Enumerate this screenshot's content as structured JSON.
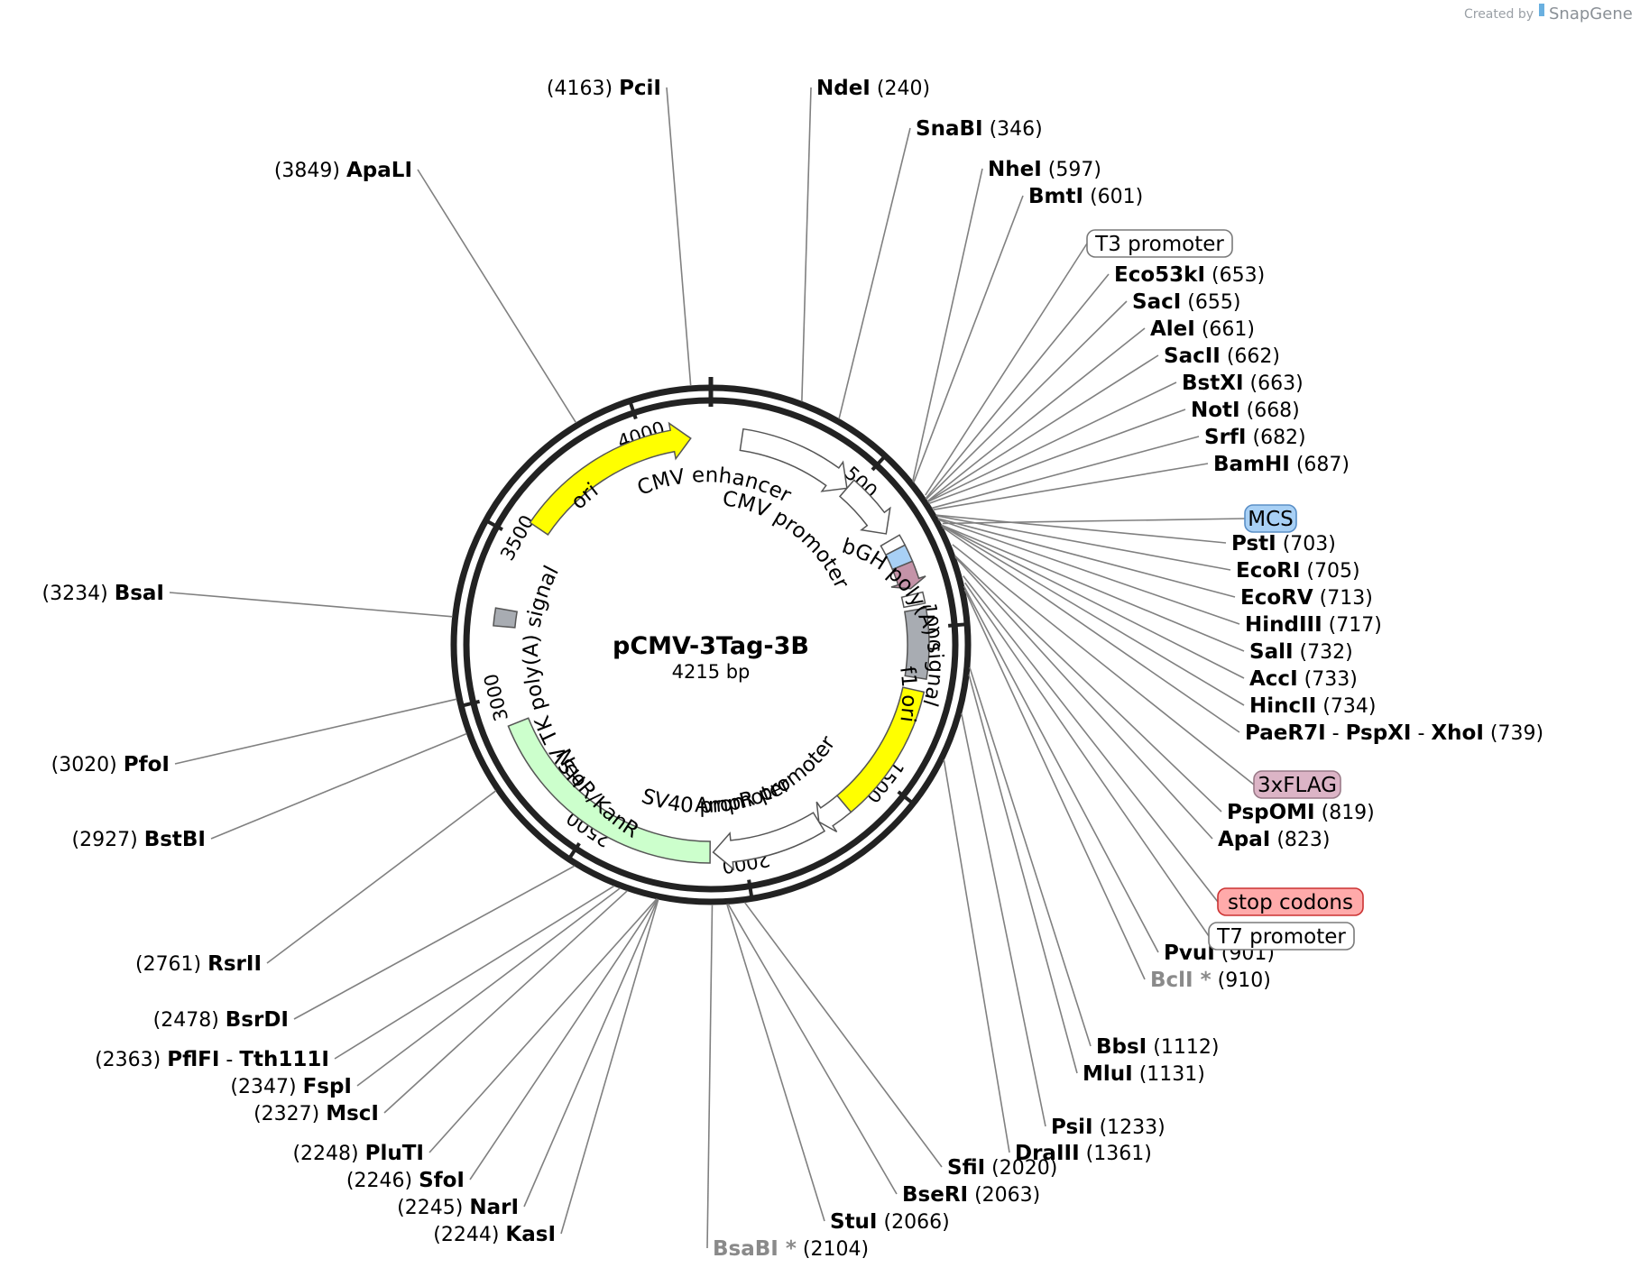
{
  "plasmid": {
    "name": "pCMV-3Tag-3B",
    "size_label": "4215 bp",
    "length": 4215
  },
  "credit": {
    "prefix": "Created by",
    "brand": "SnapGene"
  },
  "ticks": [
    {
      "pos": 500,
      "label": "500"
    },
    {
      "pos": 1000,
      "label": "1000"
    },
    {
      "pos": 1500,
      "label": "1500"
    },
    {
      "pos": 2000,
      "label": "2000"
    },
    {
      "pos": 2500,
      "label": "2500"
    },
    {
      "pos": 3000,
      "label": "3000"
    },
    {
      "pos": 3500,
      "label": "3500"
    },
    {
      "pos": 4000,
      "label": "4000"
    }
  ],
  "features": [
    {
      "name": "CMV enhancer",
      "start": 100,
      "end": 480,
      "ring": 1,
      "color": "#ffffff",
      "arrow": true
    },
    {
      "name": "CMV promoter",
      "start": 480,
      "end": 675,
      "ring": 1,
      "color": "#ffffff",
      "arrow": true
    },
    {
      "name": "ori",
      "start": 3560,
      "end": 4150,
      "ring": 1,
      "color": "#ffff00",
      "arrow": true
    },
    {
      "name": "f1 ori",
      "start": 1200,
      "end": 1640,
      "ring": 1,
      "color": "#ffff00",
      "arrow": false
    },
    {
      "name": "AmpR promoter",
      "start": 1640,
      "end": 1740,
      "ring": 1,
      "color": "#ffffff",
      "arrow": true
    },
    {
      "name": "SV40 promoter",
      "start": 1740,
      "end": 2100,
      "ring": 1,
      "color": "#ffffff",
      "arrow": true
    },
    {
      "name": "NeoR/KanR",
      "start": 2110,
      "end": 2905,
      "ring": 1,
      "color": "#ccffcc",
      "arrow": false
    },
    {
      "name": "bGH poly(A) signal",
      "start": 940,
      "end": 1160,
      "ring": 1,
      "color": "#a8acb2",
      "arrow": false
    },
    {
      "name": "HSV TK poly(A) signal",
      "start": 3220,
      "end": 3275,
      "ring": 1,
      "color": "#a8acb2",
      "arrow": false
    },
    {
      "name": "MCS",
      "start": 735,
      "end": 790,
      "ring": 1,
      "color": "#a8d0f5",
      "arrow": false
    },
    {
      "name": "3xFLAG",
      "start": 790,
      "end": 870,
      "ring": 1,
      "color": "#c493a8",
      "arrow": true
    },
    {
      "name": "T3 promoter",
      "start": 700,
      "end": 735,
      "ring": 1,
      "color": "#ffffff",
      "arrow": false
    },
    {
      "name": "T7 promoter",
      "start": 890,
      "end": 925,
      "ring": 1,
      "color": "#ffffff",
      "arrow": false
    }
  ],
  "inner_labels": [
    {
      "text": "CMV enhancer"
    },
    {
      "text": "CMV promoter"
    },
    {
      "text": "ori"
    },
    {
      "text": "f1 ori"
    },
    {
      "text": "AmpR promoter"
    },
    {
      "text": "SV40 promoter"
    },
    {
      "text": "NeoR/KanR"
    },
    {
      "text": "bGH poly(A) signal"
    },
    {
      "text": "HSV TK poly(A) signal"
    }
  ],
  "sites": [
    {
      "parts": [
        {
          "name": "NdeI"
        }
      ],
      "pos_text": "(240)",
      "cut": 240,
      "pos_side": "right"
    },
    {
      "parts": [
        {
          "name": "SnaBI"
        }
      ],
      "pos_text": "(346)",
      "cut": 346,
      "pos_side": "right"
    },
    {
      "parts": [
        {
          "name": "NheI"
        }
      ],
      "pos_text": "(597)",
      "cut": 597,
      "pos_side": "right"
    },
    {
      "parts": [
        {
          "name": "BmtI"
        }
      ],
      "pos_text": "(601)",
      "cut": 601,
      "pos_side": "right"
    },
    {
      "parts": [
        {
          "name": "Eco53kI"
        }
      ],
      "pos_text": "(653)",
      "cut": 653,
      "pos_side": "right"
    },
    {
      "parts": [
        {
          "name": "SacI"
        }
      ],
      "pos_text": "(655)",
      "cut": 655,
      "pos_side": "right"
    },
    {
      "parts": [
        {
          "name": "AleI"
        }
      ],
      "pos_text": "(661)",
      "cut": 661,
      "pos_side": "right"
    },
    {
      "parts": [
        {
          "name": "SacII"
        }
      ],
      "pos_text": "(662)",
      "cut": 662,
      "pos_side": "right"
    },
    {
      "parts": [
        {
          "name": "BstXI"
        }
      ],
      "pos_text": "(663)",
      "cut": 663,
      "pos_side": "right"
    },
    {
      "parts": [
        {
          "name": "NotI"
        }
      ],
      "pos_text": "(668)",
      "cut": 668,
      "pos_side": "right"
    },
    {
      "parts": [
        {
          "name": "SrfI"
        }
      ],
      "pos_text": "(682)",
      "cut": 682,
      "pos_side": "right"
    },
    {
      "parts": [
        {
          "name": "BamHI"
        }
      ],
      "pos_text": "(687)",
      "cut": 687,
      "pos_side": "right"
    },
    {
      "parts": [
        {
          "name": "PstI"
        }
      ],
      "pos_text": "(703)",
      "cut": 703,
      "pos_side": "right"
    },
    {
      "parts": [
        {
          "name": "EcoRI"
        }
      ],
      "pos_text": "(705)",
      "cut": 705,
      "pos_side": "right"
    },
    {
      "parts": [
        {
          "name": "EcoRV"
        }
      ],
      "pos_text": "(713)",
      "cut": 713,
      "pos_side": "right"
    },
    {
      "parts": [
        {
          "name": "HindIII"
        }
      ],
      "pos_text": "(717)",
      "cut": 717,
      "pos_side": "right"
    },
    {
      "parts": [
        {
          "name": "SalI"
        }
      ],
      "pos_text": "(732)",
      "cut": 732,
      "pos_side": "right"
    },
    {
      "parts": [
        {
          "name": "AccI"
        }
      ],
      "pos_text": "(733)",
      "cut": 733,
      "pos_side": "right"
    },
    {
      "parts": [
        {
          "name": "HincII"
        }
      ],
      "pos_text": "(734)",
      "cut": 734,
      "pos_side": "right"
    },
    {
      "parts": [
        {
          "name": "PaeR7I"
        },
        {
          "name": "PspXI"
        },
        {
          "name": "XhoI"
        }
      ],
      "pos_text": "(739)",
      "cut": 739,
      "pos_side": "right"
    },
    {
      "parts": [
        {
          "name": "PspOMI"
        }
      ],
      "pos_text": "(819)",
      "cut": 819,
      "pos_side": "right"
    },
    {
      "parts": [
        {
          "name": "ApaI"
        }
      ],
      "pos_text": "(823)",
      "cut": 823,
      "pos_side": "right"
    },
    {
      "parts": [
        {
          "name": "PvuI"
        }
      ],
      "pos_text": "(901)",
      "cut": 901,
      "pos_side": "right"
    },
    {
      "parts": [
        {
          "name": "BclI *",
          "gray": true
        }
      ],
      "pos_text": "(910)",
      "cut": 910,
      "pos_side": "right"
    },
    {
      "parts": [
        {
          "name": "BbsI"
        }
      ],
      "pos_text": "(1112)",
      "cut": 1112,
      "pos_side": "right"
    },
    {
      "parts": [
        {
          "name": "MluI"
        }
      ],
      "pos_text": "(1131)",
      "cut": 1131,
      "pos_side": "right"
    },
    {
      "parts": [
        {
          "name": "PsiI"
        }
      ],
      "pos_text": "(1233)",
      "cut": 1233,
      "pos_side": "right"
    },
    {
      "parts": [
        {
          "name": "DraIII"
        }
      ],
      "pos_text": "(1361)",
      "cut": 1361,
      "pos_side": "right"
    },
    {
      "parts": [
        {
          "name": "SfiI"
        }
      ],
      "pos_text": "(2020)",
      "cut": 2020,
      "pos_side": "right"
    },
    {
      "parts": [
        {
          "name": "BseRI"
        }
      ],
      "pos_text": "(2063)",
      "cut": 2063,
      "pos_side": "right"
    },
    {
      "parts": [
        {
          "name": "StuI"
        }
      ],
      "pos_text": "(2066)",
      "cut": 2066,
      "pos_side": "right"
    },
    {
      "parts": [
        {
          "name": "BsaBI *",
          "gray": true
        }
      ],
      "pos_text": "(2104)",
      "cut": 2104,
      "pos_side": "right"
    },
    {
      "parts": [
        {
          "name": "KasI"
        }
      ],
      "pos_text": "(2244)",
      "cut": 2244,
      "pos_side": "left"
    },
    {
      "parts": [
        {
          "name": "NarI"
        }
      ],
      "pos_text": "(2245)",
      "cut": 2245,
      "pos_side": "left"
    },
    {
      "parts": [
        {
          "name": "SfoI"
        }
      ],
      "pos_text": "(2246)",
      "cut": 2246,
      "pos_side": "left"
    },
    {
      "parts": [
        {
          "name": "PluTI"
        }
      ],
      "pos_text": "(2248)",
      "cut": 2248,
      "pos_side": "left"
    },
    {
      "parts": [
        {
          "name": "MscI"
        }
      ],
      "pos_text": "(2327)",
      "cut": 2327,
      "pos_side": "left"
    },
    {
      "parts": [
        {
          "name": "FspI"
        }
      ],
      "pos_text": "(2347)",
      "cut": 2347,
      "pos_side": "left"
    },
    {
      "parts": [
        {
          "name": "PflFI"
        },
        {
          "name": "Tth111I"
        }
      ],
      "pos_text": "(2363)",
      "cut": 2363,
      "pos_side": "left"
    },
    {
      "parts": [
        {
          "name": "BsrDI"
        }
      ],
      "pos_text": "(2478)",
      "cut": 2478,
      "pos_side": "left"
    },
    {
      "parts": [
        {
          "name": "RsrII"
        }
      ],
      "pos_text": "(2761)",
      "cut": 2761,
      "pos_side": "left"
    },
    {
      "parts": [
        {
          "name": "BstBI"
        }
      ],
      "pos_text": "(2927)",
      "cut": 2927,
      "pos_side": "left"
    },
    {
      "parts": [
        {
          "name": "PfoI"
        }
      ],
      "pos_text": "(3020)",
      "cut": 3020,
      "pos_side": "left"
    },
    {
      "parts": [
        {
          "name": "BsaI"
        }
      ],
      "pos_text": "(3234)",
      "cut": 3234,
      "pos_side": "left"
    },
    {
      "parts": [
        {
          "name": "ApaLI"
        }
      ],
      "pos_text": "(3849)",
      "cut": 3849,
      "pos_side": "left"
    },
    {
      "parts": [
        {
          "name": "PciI"
        }
      ],
      "pos_text": "(4163)",
      "cut": 4163,
      "pos_side": "left"
    }
  ],
  "boxed_labels": [
    {
      "text": "T3 promoter",
      "cut": 645,
      "fill": "#ffffff",
      "stroke": "#7a7a7a"
    },
    {
      "text": "MCS",
      "cut": 730,
      "fill": "#a8d0f5",
      "stroke": "#5a8fc7"
    },
    {
      "text": "3xFLAG",
      "cut": 790,
      "fill": "#dcb4c6",
      "stroke": "#9a7a88"
    },
    {
      "text": "stop codons",
      "cut": 875,
      "fill": "#ffaaaa",
      "stroke": "#cc3333"
    },
    {
      "text": "T7 promoter",
      "cut": 893,
      "fill": "#ffffff",
      "stroke": "#7a7a7a"
    }
  ]
}
